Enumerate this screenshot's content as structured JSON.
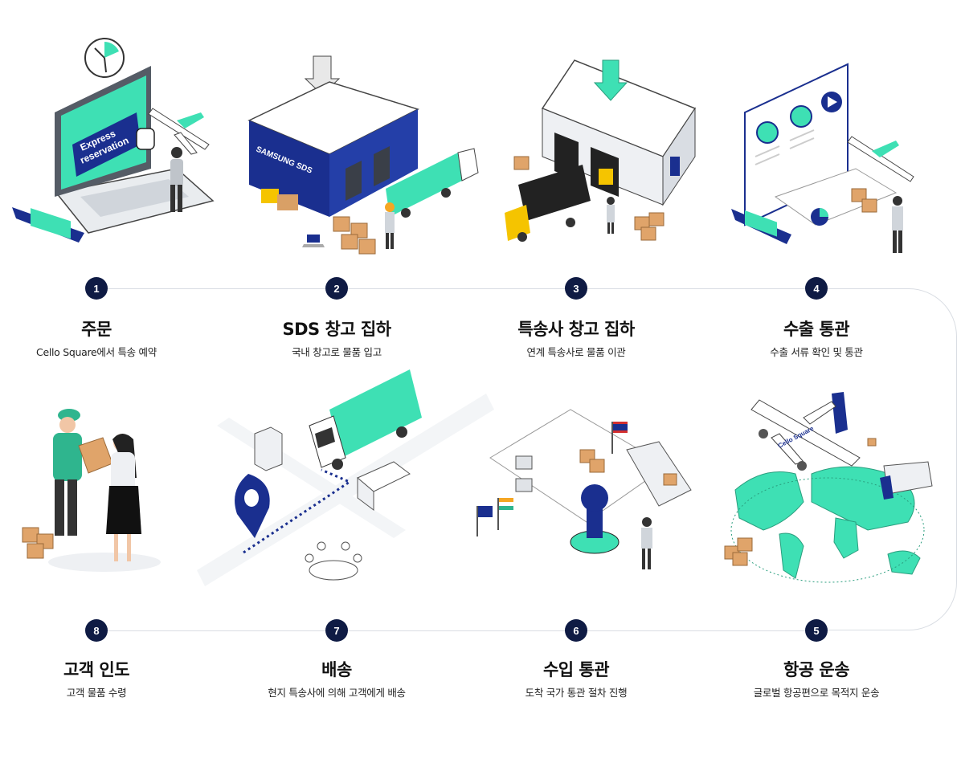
{
  "steps": [
    {
      "num": "1",
      "title": "주문",
      "desc": "Cello Square에서 특송 예약"
    },
    {
      "num": "2",
      "title": "SDS 창고 집하",
      "desc": "국내 창고로 물품 입고"
    },
    {
      "num": "3",
      "title": "특송사 창고 집하",
      "desc": "연계 특송사로 물품 이관"
    },
    {
      "num": "4",
      "title": "수출 통관",
      "desc": "수출 서류 확인 및 통관"
    },
    {
      "num": "5",
      "title": "항공 운송",
      "desc": "글로벌 항공편으로 목적지 운송"
    },
    {
      "num": "6",
      "title": "수입 통관",
      "desc": "도착 국가 통관 절차 진행"
    },
    {
      "num": "7",
      "title": "배송",
      "desc": "현지 특송사에 의해 고객에게 배송"
    },
    {
      "num": "8",
      "title": "고객 인도",
      "desc": "고객 물품 수령"
    }
  ],
  "illustrations": {
    "laptop_screen_text_1": "Express",
    "laptop_screen_text_2": "reservation",
    "warehouse_sign": "SAMSUNG SDS",
    "plane_livery": "Cello Square"
  },
  "colors": {
    "badge": "#0f1b44",
    "navy": "#1a2f8f",
    "mint": "#3ee0b4",
    "line": "#d9dde3"
  }
}
